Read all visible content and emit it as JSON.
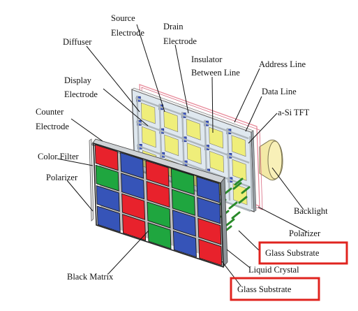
{
  "labels": {
    "source_electrode": [
      "Source",
      "Electrode"
    ],
    "drain_electrode": [
      "Drain",
      "Electrode"
    ],
    "diffuser": "Diffuser",
    "insulator_between_line": [
      "Insulator",
      "Between Line"
    ],
    "address_line": "Address Line",
    "display_electrode": [
      "Display",
      "Electrode"
    ],
    "data_line": "Data Line",
    "counter_electrode": [
      "Counter",
      "Electrode"
    ],
    "a_si_tft": "a-Si TFT",
    "color_filter": "Color Filter",
    "polarizer_left": "Polarizer",
    "backlight": "Backlight",
    "polarizer_right": "Polarizer",
    "glass_substrate_top": "Glass Substrate",
    "liquid_crystal": "Liquid Crystal",
    "black_matrix": "Black Matrix",
    "glass_substrate_bottom": "Glass Substrate"
  },
  "colors": {
    "red_subpixel": "#e8222c",
    "green_subpixel": "#1fa63f",
    "blue_subpixel": "#3654b8",
    "yellow_cell": "#efee7a",
    "highlight_box": "#e0241f",
    "liquid_crystal": "#2a8a2a",
    "backlight": "#f3e9a6"
  },
  "color_filter_grid": [
    [
      "red",
      "blue",
      "red",
      "green",
      "blue"
    ],
    [
      "green",
      "blue",
      "red",
      "green",
      "blue"
    ],
    [
      "blue",
      "red",
      "green",
      "blue",
      "red"
    ],
    [
      "blue",
      "red",
      "green",
      "blue",
      "red"
    ]
  ]
}
